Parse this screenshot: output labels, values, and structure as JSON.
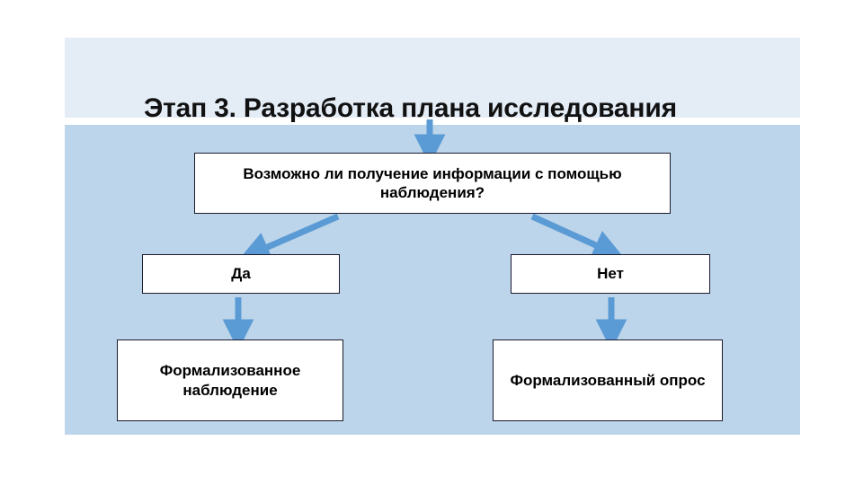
{
  "slide": {
    "title": "Этап 3. Разработка плана исследования",
    "background_color": "#ffffff",
    "title_band_color": "#e4ecf6",
    "panel_color": "#bdd5ea",
    "arrow_color": "#5b9bd5",
    "node_fill": "#ffffff",
    "node_border": "#1b1b2e",
    "text_color": "#000000"
  },
  "diagram": {
    "type": "flowchart",
    "nodes": [
      {
        "id": "question",
        "label": "Возможно ли получение информации с помощью наблюдения?"
      },
      {
        "id": "yes",
        "label": "Да"
      },
      {
        "id": "no",
        "label": "Нет"
      },
      {
        "id": "observation",
        "label": "Формализованное наблюдение"
      },
      {
        "id": "survey",
        "label": "Формализованный опрос"
      }
    ],
    "edges": [
      {
        "id": "entry-arrow",
        "from": "",
        "to": "question",
        "direction": "down"
      },
      {
        "id": "question-to-yes",
        "from": "question",
        "to": "yes",
        "direction": "down-left"
      },
      {
        "id": "question-to-no",
        "from": "question",
        "to": "no",
        "direction": "down-right"
      },
      {
        "id": "yes-to-observation",
        "from": "yes",
        "to": "observation",
        "direction": "down"
      },
      {
        "id": "no-to-survey",
        "from": "no",
        "to": "survey",
        "direction": "down"
      }
    ]
  }
}
